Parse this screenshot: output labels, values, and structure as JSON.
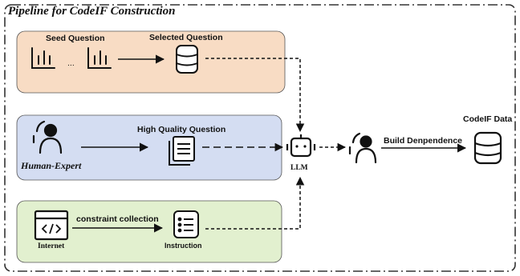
{
  "diagram": {
    "title": "Pipeline for CodeIF Construction",
    "seed_question": "Seed Question",
    "ellipsis": "...",
    "selected_question": "Selected Question",
    "high_quality_question": "High Quality Question",
    "human_expert": "Human-Expert",
    "llm": "LLM",
    "build_dependence": "Build Denpendence",
    "codeif_data": "CodeIF Data",
    "constraint_collection": "constraint collection",
    "internet": "Internet",
    "instruction": "Instruction"
  },
  "colors": {
    "seed_panel": "#f8dcc4",
    "expert_panel": "#d4ddf2",
    "internet_panel": "#e2f0cf"
  }
}
